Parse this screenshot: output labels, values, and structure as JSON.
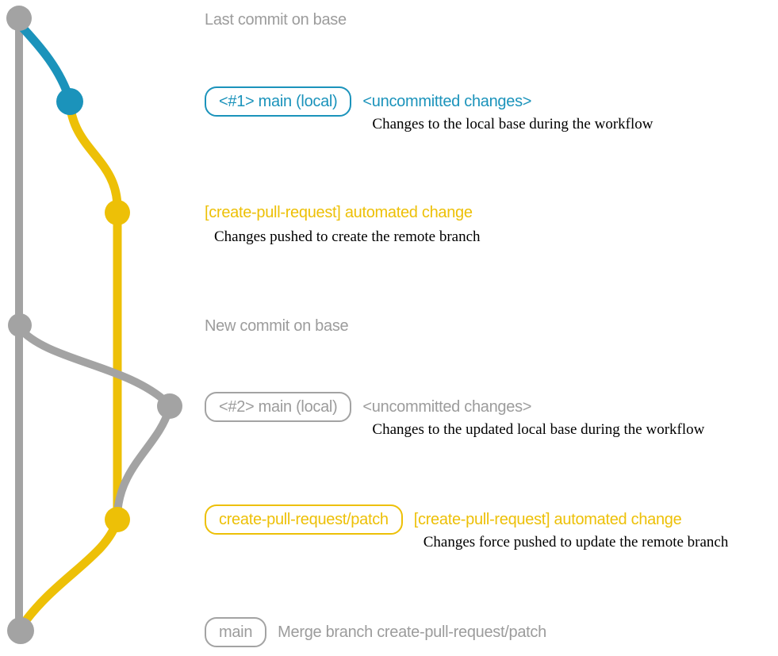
{
  "colors": {
    "gray": "#a3a3a3",
    "textGray": "#9c9c9c",
    "blue": "#1b93bb",
    "yellow": "#edc007",
    "black": "#000000"
  },
  "graph": {
    "branches": [
      "base (gray)",
      "uncommitted changes (blue)",
      "create-pull-request/patch (yellow)"
    ],
    "commit_count": 7
  },
  "annotations": {
    "last_commit": "Last commit on base",
    "new_commit": "New commit on base"
  },
  "steps": {
    "step1": {
      "badge": "<#1> main (local)",
      "title": "<uncommitted changes>",
      "desc": "Changes to the local base during the workflow"
    },
    "step2": {
      "title": "[create-pull-request] automated change",
      "desc": "Changes pushed to create the remote branch"
    },
    "step3": {
      "badge": "<#2> main (local)",
      "title": "<uncommitted changes>",
      "desc": "Changes to the updated local base during the workflow"
    },
    "step4": {
      "badge": "create-pull-request/patch",
      "title": "[create-pull-request] automated change",
      "desc": "Changes force pushed to update the remote branch"
    },
    "step5": {
      "badge": "main",
      "title": "Merge branch create-pull-request/patch"
    }
  }
}
